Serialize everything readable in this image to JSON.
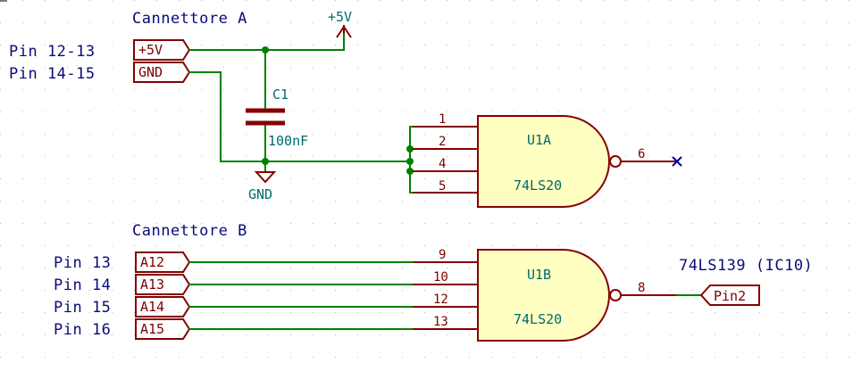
{
  "connector_a": {
    "title": "Cannettore A",
    "rows": [
      {
        "pin_label": "Pin 12-13",
        "port": "+5V"
      },
      {
        "pin_label": "Pin 14-15",
        "port": "GND"
      }
    ]
  },
  "connector_b": {
    "title": "Cannettore B",
    "rows": [
      {
        "pin_label": "Pin 13",
        "port": "A12"
      },
      {
        "pin_label": "Pin 14",
        "port": "A13"
      },
      {
        "pin_label": "Pin 15",
        "port": "A14"
      },
      {
        "pin_label": "Pin 16",
        "port": "A15"
      }
    ]
  },
  "power": {
    "vcc": "+5V",
    "gnd": "GND"
  },
  "capacitor": {
    "ref": "C1",
    "value": "100nF"
  },
  "gate_a": {
    "ref": "U1A",
    "part": "74LS20",
    "inputs": [
      "1",
      "2",
      "4",
      "5"
    ],
    "output": "6"
  },
  "gate_b": {
    "ref": "U1B",
    "part": "74LS20",
    "inputs": [
      "9",
      "10",
      "12",
      "13"
    ],
    "output": "8"
  },
  "target": {
    "title": "74LS139 (IC10)",
    "port": "Pin2"
  },
  "colors": {
    "wire": "#008000",
    "component": "#840000",
    "fill": "#ffffc2",
    "label": "#0b0b7a",
    "reference": "#006b6b"
  }
}
